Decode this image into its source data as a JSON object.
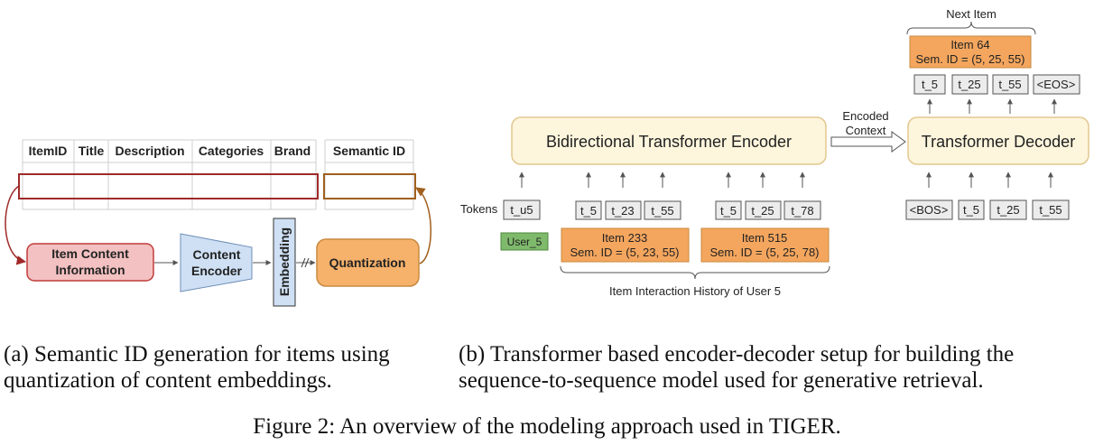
{
  "table": {
    "headers": [
      "ItemID",
      "Title",
      "Description",
      "Categories",
      "Brand"
    ],
    "semantic_header": "Semantic ID"
  },
  "left_flow": {
    "item_content": [
      "Item Content",
      "Information"
    ],
    "encoder": [
      "Content",
      "Encoder"
    ],
    "embedding": "Embedding",
    "quantization": "Quantization"
  },
  "encoder_block": {
    "label": "Bidirectional Transformer Encoder",
    "tokens_label": "Tokens",
    "user_token": "t_u5",
    "user_label": "User_5",
    "groups": [
      {
        "tokens": [
          "t_5",
          "t_23",
          "t_55"
        ],
        "item": "Item 233",
        "sem_id": "Sem. ID = (5, 23, 55)"
      },
      {
        "tokens": [
          "t_5",
          "t_25",
          "t_78"
        ],
        "item": "Item 515",
        "sem_id": "Sem. ID = (5, 25, 78)"
      }
    ],
    "history_label": "Item Interaction History of User 5"
  },
  "context_label": [
    "Encoded",
    "Context"
  ],
  "decoder_block": {
    "label": "Transformer Decoder",
    "inputs": [
      "<BOS>",
      "t_5",
      "t_25",
      "t_55"
    ],
    "outputs": [
      "t_5",
      "t_25",
      "t_55",
      "<EOS>"
    ],
    "next_item_label": "Next Item",
    "next_item": "Item 64",
    "next_sem_id": "Sem. ID = (5, 25, 55)"
  },
  "captions": {
    "a": [
      "(a) Semantic ID generation for items using",
      "quantization of content embeddings."
    ],
    "b": [
      "(b) Transformer based encoder-decoder setup for building the",
      "sequence-to-sequence model used for generative retrieval."
    ],
    "figure": "Figure 2: An overview of the modeling approach used in TIGER."
  },
  "colors": {
    "encoder_fill": "#fdf5dc",
    "encoder_stroke": "#e2c88f",
    "item_fill": "#f4a65e",
    "item_stroke": "#c98a3f",
    "content_fill": "#f3c1c1",
    "content_stroke": "#c23b3b",
    "embed_fill": "#cfe0f4",
    "quant_fill": "#f6b16b",
    "user_fill": "#7fba6c",
    "row_red": "#a02a2a",
    "row_brown": "#a0601e"
  }
}
